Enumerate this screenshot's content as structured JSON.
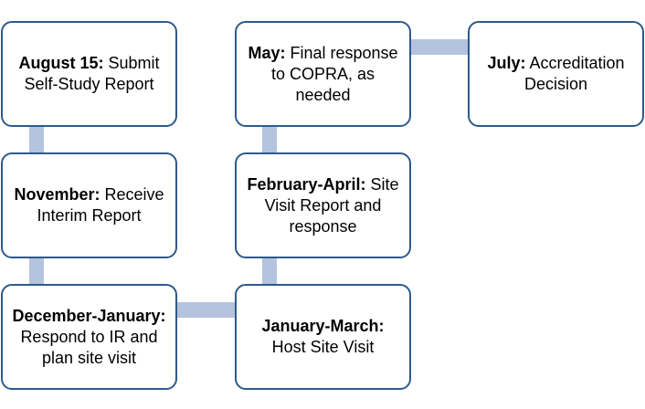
{
  "colors": {
    "box_border": "#2e5a8a",
    "connector": "#b4c3de",
    "background": "#ffffff",
    "text": "#000000"
  },
  "steps": [
    {
      "id": "aug15",
      "label": "August 15:",
      "text": " Submit Self-Study Report"
    },
    {
      "id": "november",
      "label": "November:",
      "text": " Receive Interim Report"
    },
    {
      "id": "dec-jan",
      "label": "December-January:",
      "text": " Respond to IR and plan site visit"
    },
    {
      "id": "jan-mar",
      "label": "January-March:",
      "text": " Host Site Visit"
    },
    {
      "id": "feb-apr",
      "label": "February-April:",
      "text": "  Site Visit Report and response"
    },
    {
      "id": "may",
      "label": "May:",
      "text": " Final response to COPRA, as needed"
    },
    {
      "id": "july",
      "label": "July:",
      "text": " Accreditation Decision"
    }
  ]
}
